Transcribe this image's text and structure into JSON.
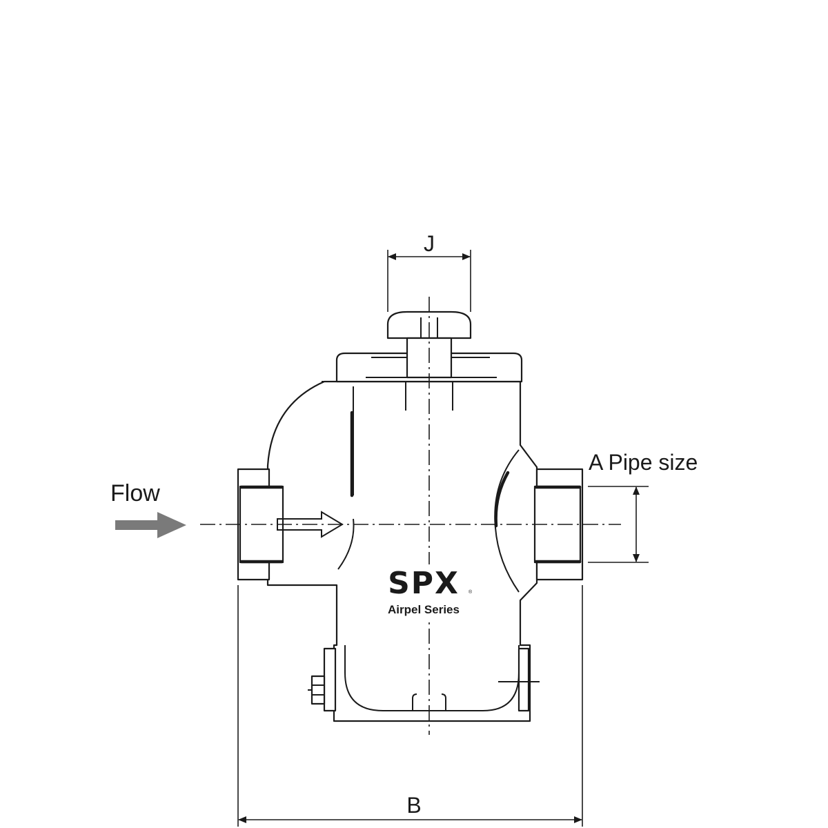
{
  "labels": {
    "dim_j": "J",
    "dim_a": "A Pipe size",
    "dim_b": "B",
    "flow": "Flow"
  },
  "logo": {
    "brand": "SPX",
    "series": "Airpel Series",
    "registered": "®"
  },
  "colors": {
    "line": "#1a1a1a",
    "flow_arrow": "#7a7a7a",
    "background": "#ffffff"
  }
}
